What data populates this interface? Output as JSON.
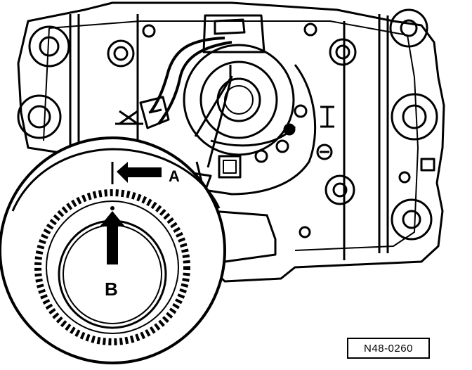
{
  "labels": {
    "a": "A",
    "b": "B"
  },
  "reference": "N48-0260",
  "colors": {
    "ink": "#000000",
    "paper": "#ffffff"
  }
}
